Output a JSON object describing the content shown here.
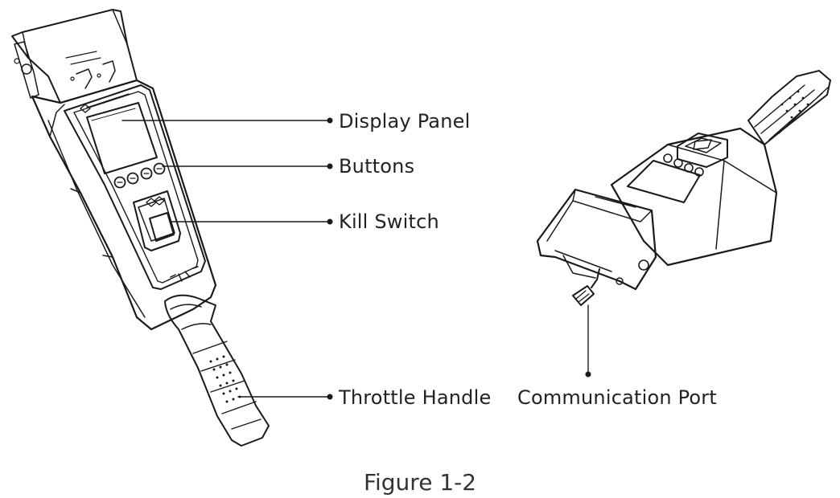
{
  "callouts": {
    "display_panel": "Display Panel",
    "buttons": "Buttons",
    "kill_switch": "Kill Switch",
    "throttle_handle": "Throttle Handle",
    "communication_port": "Communication Port"
  },
  "caption": "Figure 1-2",
  "colors": {
    "line": "#1a1a1a",
    "background": "#ffffff"
  }
}
